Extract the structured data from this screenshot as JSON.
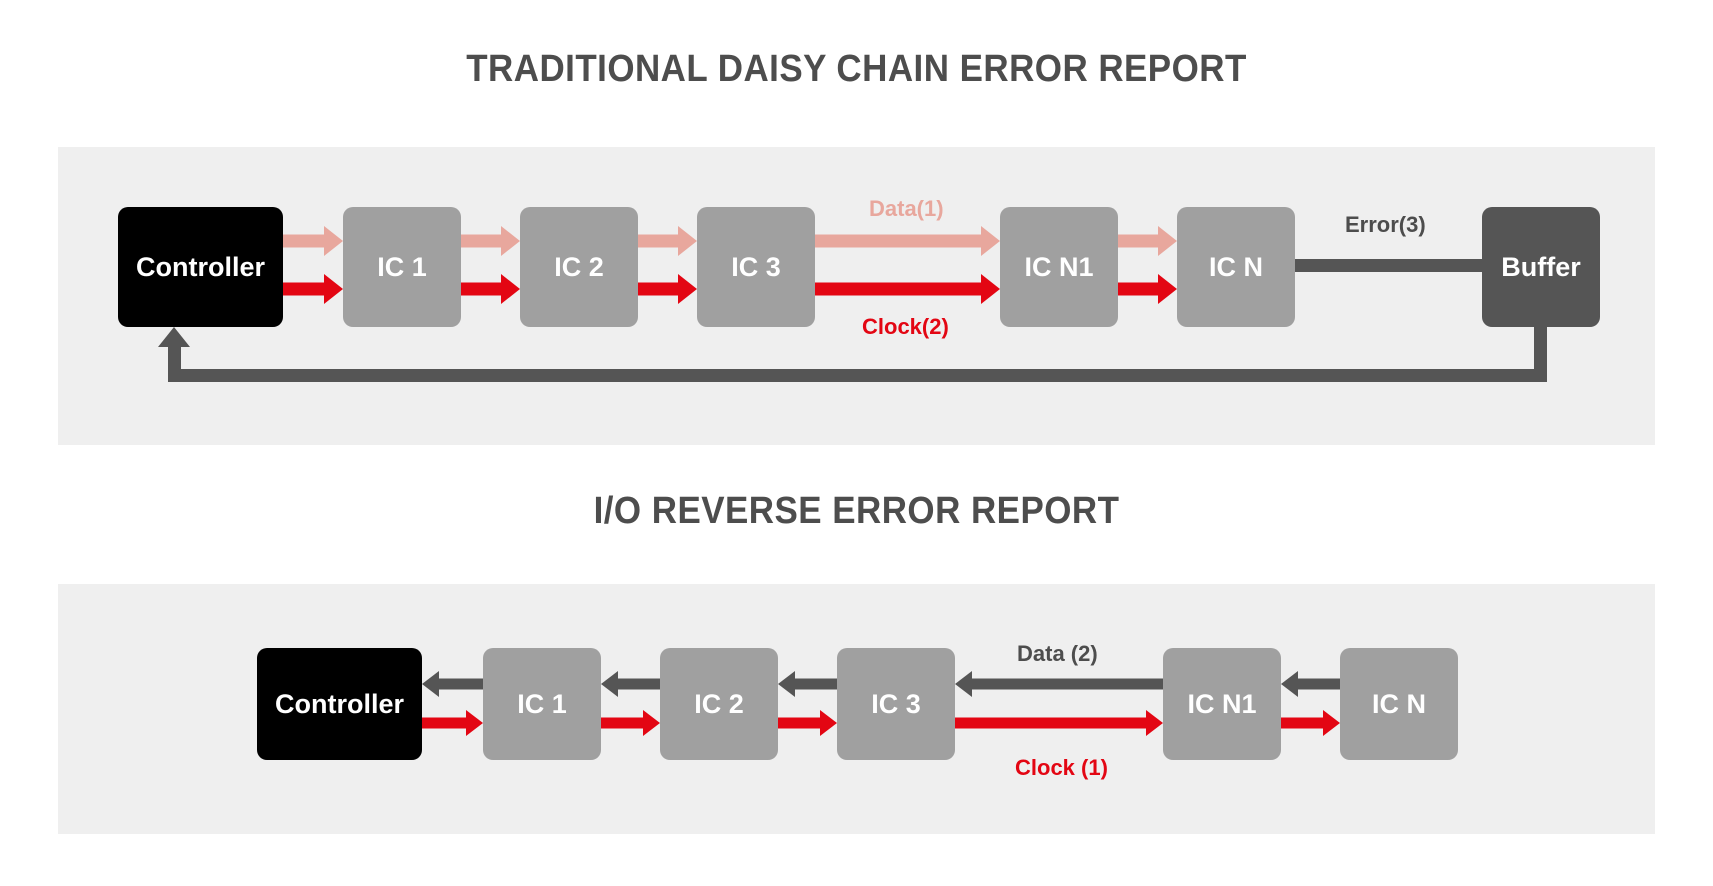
{
  "page": {
    "background": "#ffffff",
    "panel_background": "#efefef"
  },
  "colors": {
    "controller": "#000000",
    "ic_block": "#a0a0a0",
    "buffer_block": "#555555",
    "data_arrow_traditional": "#e8a79d",
    "clock_arrow": "#e30613",
    "error_line": "#555555",
    "data_arrow_reverse": "#555555",
    "title_text": "#4d4d4d"
  },
  "diagram_traditional": {
    "title": "TRADITIONAL DAISY CHAIN ERROR REPORT",
    "nodes": [
      {
        "id": "controller",
        "label": "Controller"
      },
      {
        "id": "ic1",
        "label": "IC 1"
      },
      {
        "id": "ic2",
        "label": "IC 2"
      },
      {
        "id": "ic3",
        "label": "IC 3"
      },
      {
        "id": "icn1",
        "label": "IC N1"
      },
      {
        "id": "icn",
        "label": "IC N"
      },
      {
        "id": "buffer",
        "label": "Buffer"
      }
    ],
    "labels": {
      "data": "Data(1)",
      "clock": "Clock(2)",
      "error": "Error(3)"
    }
  },
  "diagram_reverse": {
    "title": "I/O REVERSE ERROR REPORT",
    "nodes": [
      {
        "id": "controller",
        "label": "Controller"
      },
      {
        "id": "ic1",
        "label": "IC 1"
      },
      {
        "id": "ic2",
        "label": "IC 2"
      },
      {
        "id": "ic3",
        "label": "IC 3"
      },
      {
        "id": "icn1",
        "label": "IC N1"
      },
      {
        "id": "icn",
        "label": "IC N"
      }
    ],
    "labels": {
      "data": "Data (2)",
      "clock": "Clock (1)"
    }
  }
}
